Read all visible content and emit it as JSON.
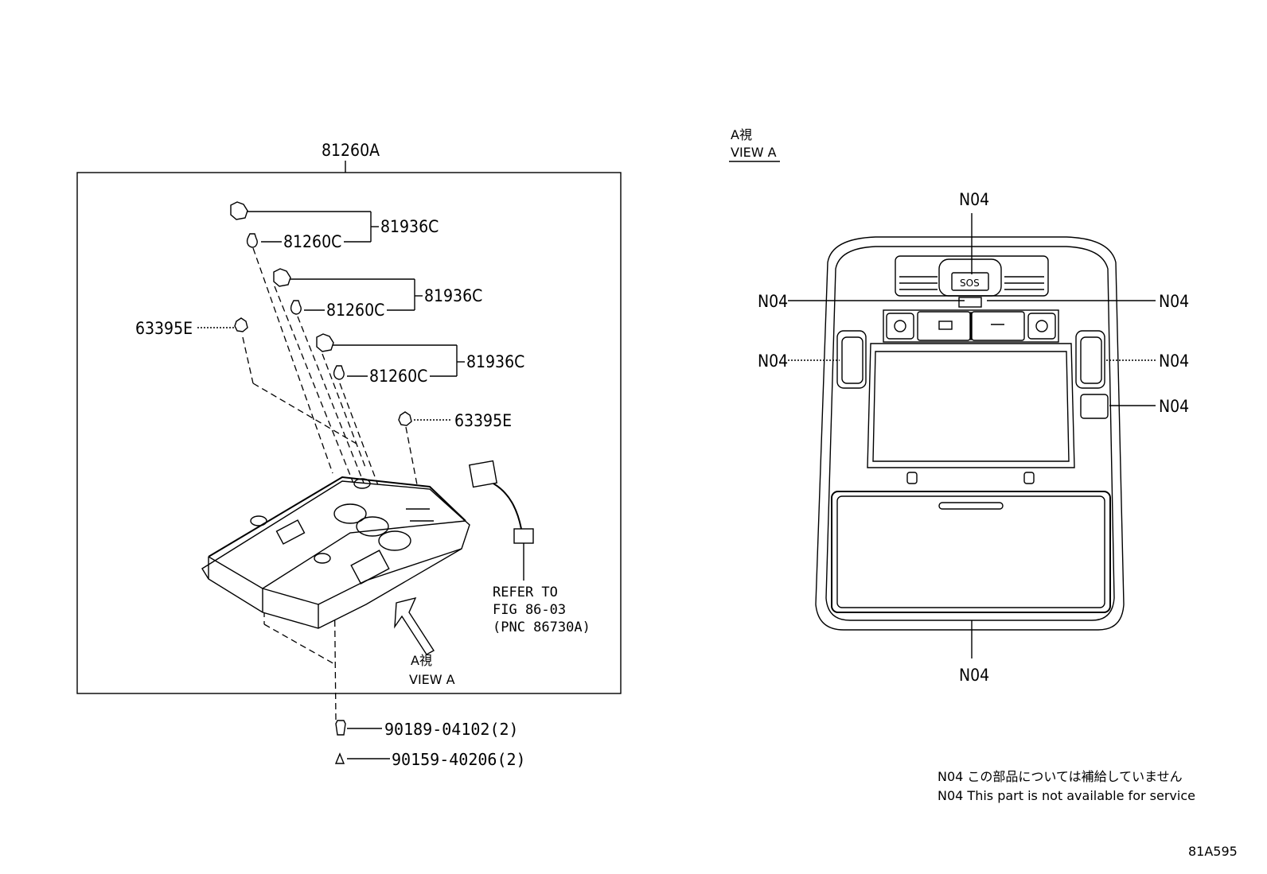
{
  "left_view": {
    "assembly_part": "81260A",
    "lens_parts": [
      "81936C",
      "81936C",
      "81936C"
    ],
    "bulb_parts": [
      "81260C",
      "81260C",
      "81260C"
    ],
    "clip_parts": [
      "63395E",
      "63395E"
    ],
    "screw_part": "90189-04102(2)",
    "bolt_part": "90159-40206(2)",
    "refer_line1": "REFER TO",
    "refer_line2": "FIG 86-03",
    "refer_line3": "(PNC 86730A)",
    "view_arrow_line1": "A視",
    "view_arrow_line2": "VIEW A"
  },
  "right_view": {
    "title_jp": "A視",
    "title_en": "VIEW A",
    "part_labels": [
      "N04",
      "N04",
      "N04",
      "N04",
      "N04",
      "N04",
      "N04"
    ],
    "sos_label": "SOS"
  },
  "notes": {
    "note_jp": "N04 この部品については補給していません",
    "note_en": "N04 This part is not available for service"
  },
  "figure_id": "81A595"
}
